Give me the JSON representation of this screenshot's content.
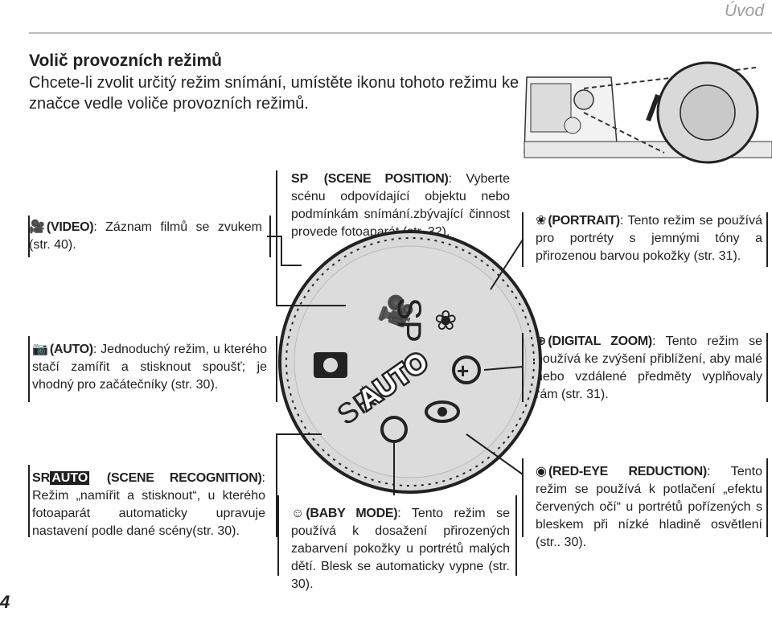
{
  "header": {
    "section_label": "Úvod"
  },
  "title": "Volič provozních režimů",
  "intro": "Chcete-li zvolit určitý režim snímání, umístěte ikonu tohoto režimu ke značce vedle voliče provozních režimů.",
  "modes": {
    "video": {
      "tag": "(VIDEO)",
      "text": ": Záznam filmů se zvukem (str. 40)."
    },
    "scene_position": {
      "tag": "(SCENE POSITION)",
      "text": ": Vyberte scénu odpovídající objektu nebo podmínkám snímání.zbývající činnost provede fotoaparát (str. 32)."
    },
    "portrait": {
      "tag": "(PORTRAIT)",
      "text": ": Tento režim se používá pro portréty s jemnými tóny a přirozenou barvou pokožky (str. 31)."
    },
    "auto": {
      "tag": "(AUTO)",
      "text": ": Jednoduchý režim, u kterého stačí zamířit a stisknout spoušť; je vhodný pro začátečníky (str. 30)."
    },
    "digital_zoom": {
      "tag": "(DIGITAL ZOOM)",
      "text": ": Tento režim se používá ke zvýšení přiblížení, aby malé nebo vzdálené předměty vyplňovaly rám (str. 31)."
    },
    "scene_recognition": {
      "tag": "(SCENE RECOGNITION)",
      "text": ": Režim „namířit a stisknout“, u kterého fotoaparát automaticky upravuje nastavení podle dané scény(str. 30)."
    },
    "baby_mode": {
      "tag": "(BABY MODE)",
      "text": ": Tento režim se používá k dosažení přirozených zabarvení pokožky u portrétů malých dětí. Blesk se automaticky vypne (str. 30)."
    },
    "red_eye": {
      "tag": "(RED-EYE REDUCTION)",
      "text": ": Tento režim se používá k potlačení „efektu červených očí“ u portrétů pořízených s bleskem při nízké hladině osvětlení (str.. 30)."
    }
  },
  "dial_labels": {
    "sp": "SP",
    "sr": "SR",
    "auto": "AUTO",
    "sp_icon": "SP",
    "sr_icon": "SR",
    "auto_icon": "AUTO"
  },
  "page_number": "4",
  "colors": {
    "text": "#231f20",
    "header_gray": "#9d9d9d",
    "dial_face": "#d9d9d9",
    "dial_edge": "#222222"
  }
}
